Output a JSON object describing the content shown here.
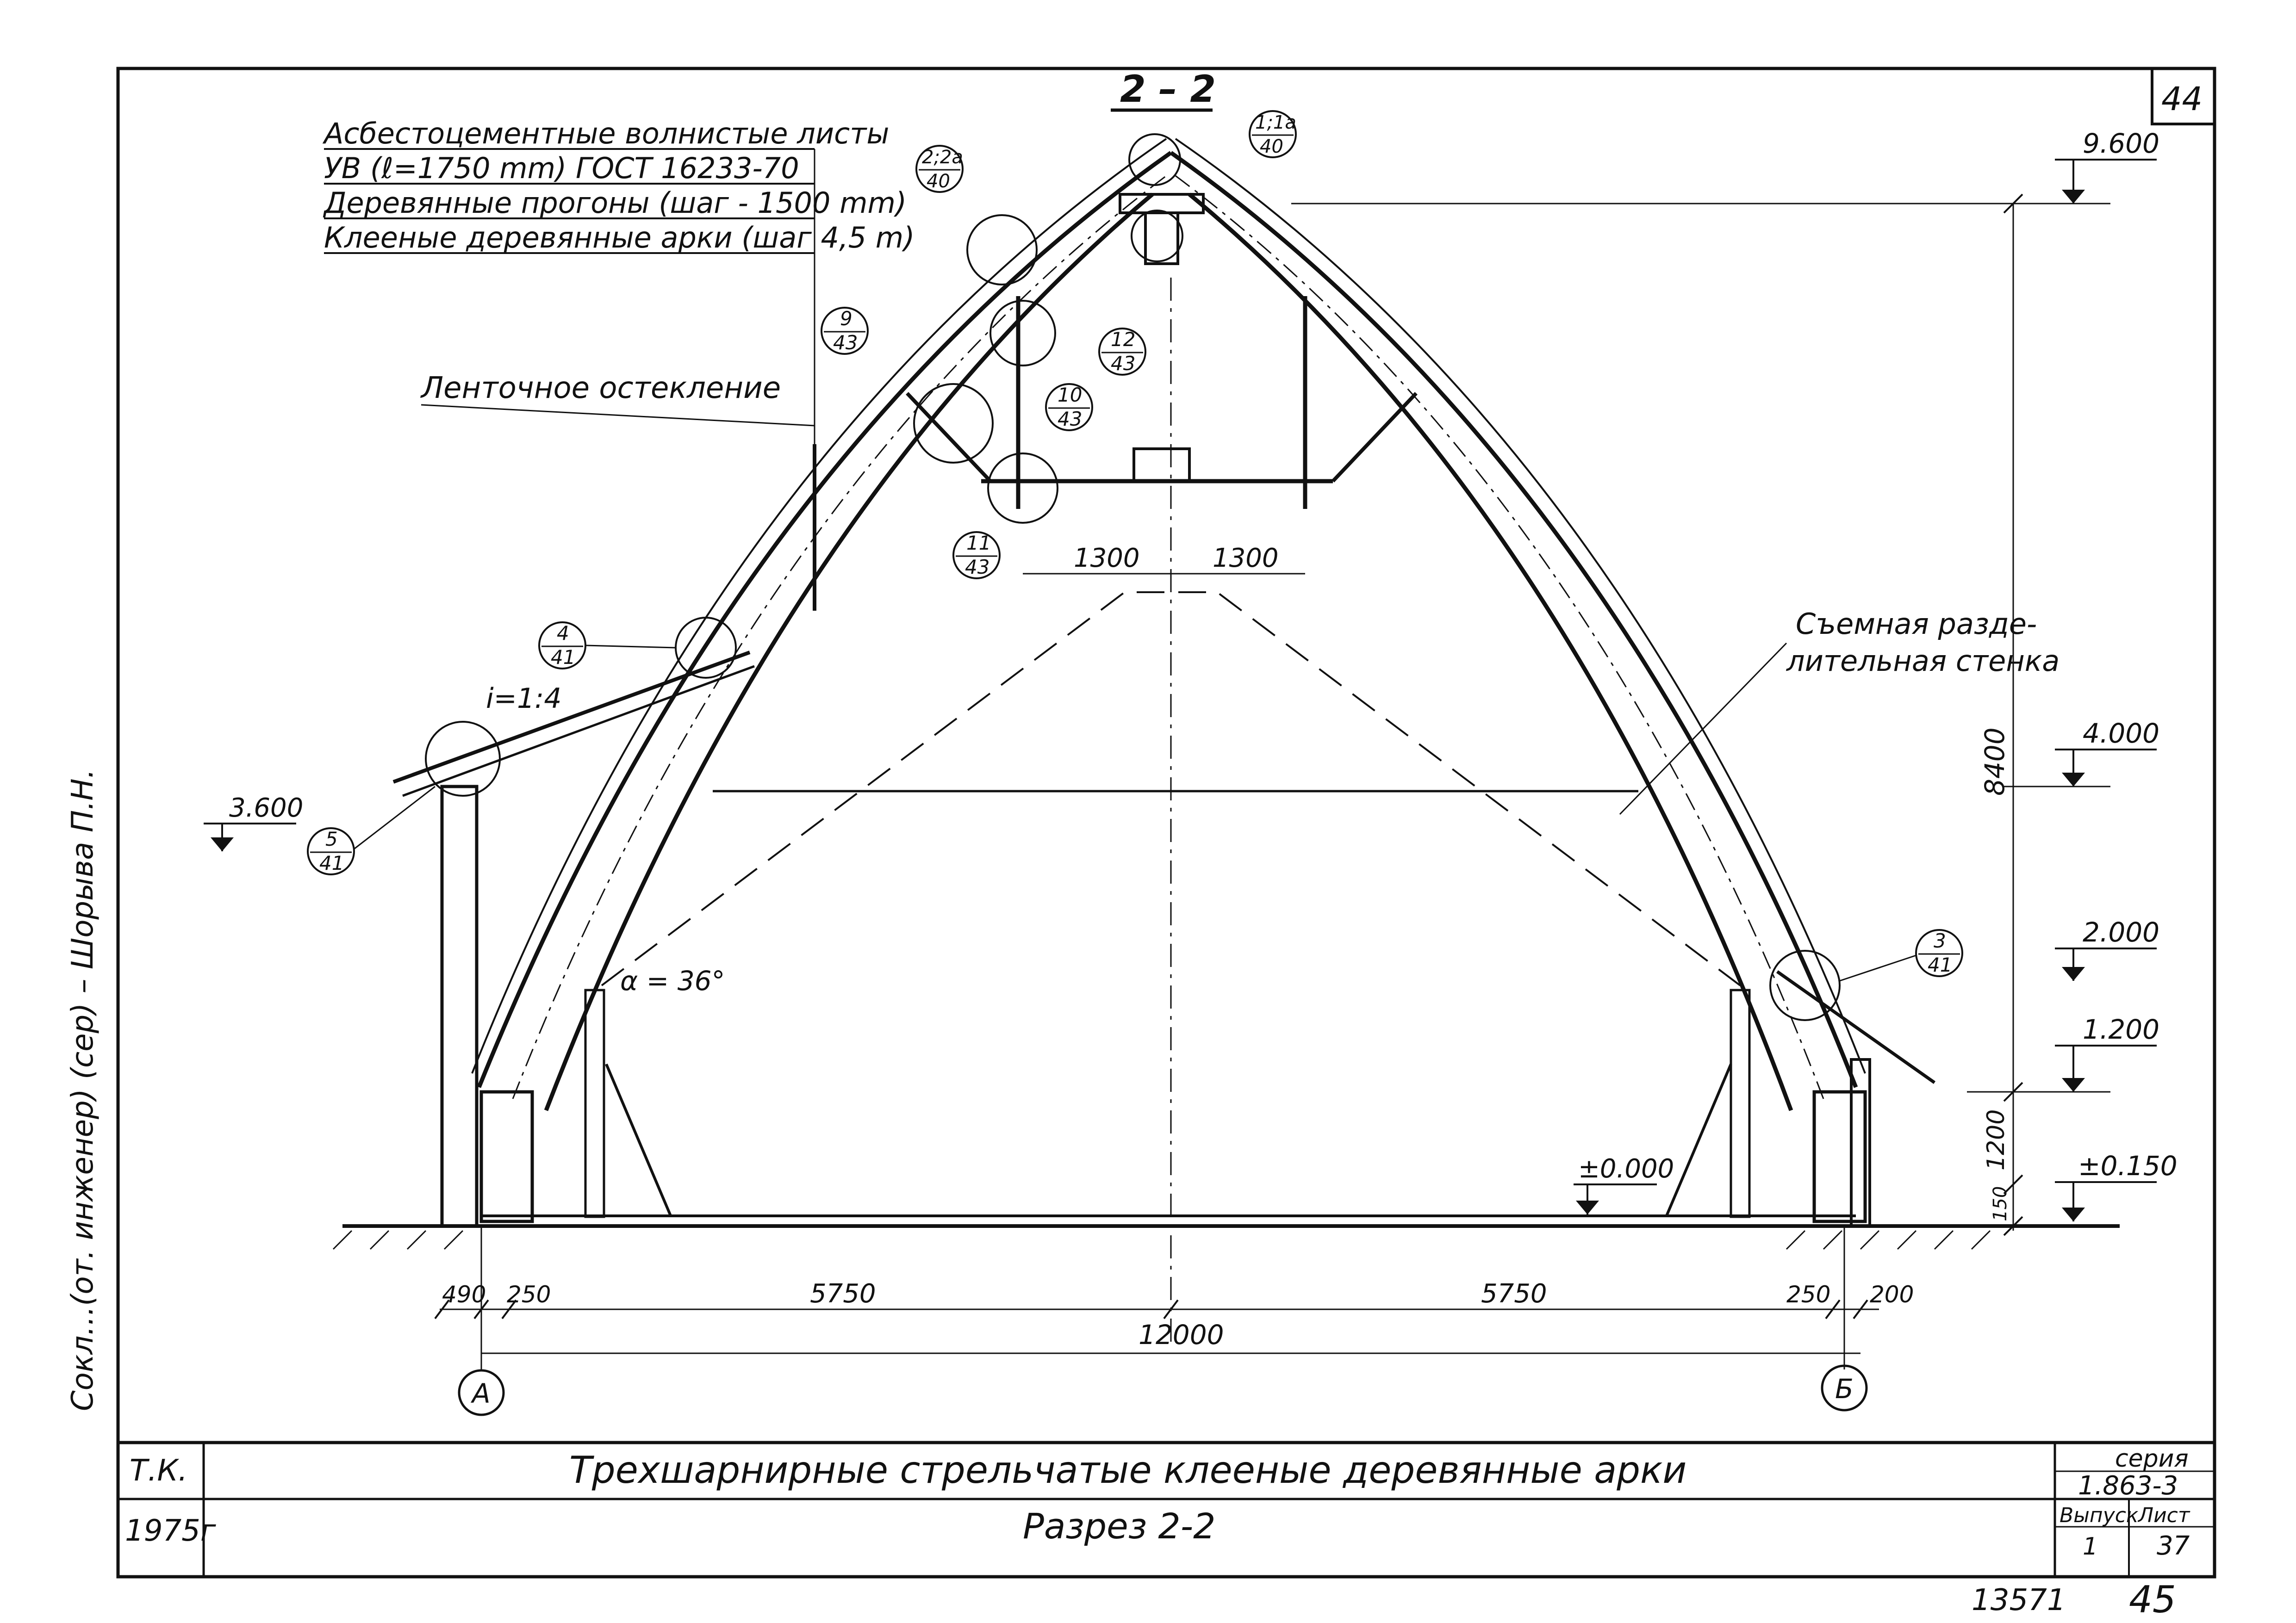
{
  "sheet": {
    "section_title": "2 – 2",
    "page_number_top": "44",
    "margin_text": "Сокл…(от. инженер) (сер) – Шорыва П.Н.",
    "stamp_number": "13571",
    "page_number_bottom": "45"
  },
  "title_block": {
    "author": "Т.К.",
    "year": "1975г",
    "title": "Трехшарнирные стрельчатые клееные деревянные арки",
    "subtitle": "Разрез 2-2",
    "series_label": "серия",
    "series_value": "1.863-3",
    "issue_label": "Выпуск",
    "issue_value": "1",
    "sheet_label": "Лист",
    "sheet_value": "37"
  },
  "layer_notes": [
    "Асбестоцементные волнистые листы",
    "УВ (ℓ=1750 mm) ГОСТ 16233-70",
    "Деревянные прогоны (шаг - 1500 mm)",
    "Клееные деревянные арки (шаг 4,5 m)"
  ],
  "labels": {
    "glazing": "Ленточное остекление",
    "partition_line1": "Съемная разде-",
    "partition_line2": "лительная стенка",
    "slope": "i=1:4",
    "angle": "α = 36°"
  },
  "callouts": [
    {
      "id": "1a",
      "num": "1;1а",
      "sheet": "40"
    },
    {
      "id": "2a",
      "num": "2;2а",
      "sheet": "40"
    },
    {
      "id": "9",
      "num": "9",
      "sheet": "43"
    },
    {
      "id": "12",
      "num": "12",
      "sheet": "43"
    },
    {
      "id": "10",
      "num": "10",
      "sheet": "43"
    },
    {
      "id": "11",
      "num": "11",
      "sheet": "43"
    },
    {
      "id": "4",
      "num": "4",
      "sheet": "41"
    },
    {
      "id": "5",
      "num": "5",
      "sheet": "41"
    },
    {
      "id": "3",
      "num": "3",
      "sheet": "41"
    }
  ],
  "elevations": {
    "e9600": "9.600",
    "e4000": "4.000",
    "e2000": "2.000",
    "e1200": "1.200",
    "e0150": "±0.150",
    "e0000": "±0.000",
    "e3600": "3.600"
  },
  "dimensions": {
    "d1300a": "1300",
    "d1300b": "1300",
    "d490": "490",
    "d250a": "250",
    "d5750a": "5750",
    "d5750b": "5750",
    "d250b": "250",
    "d200": "200",
    "d12000": "12000",
    "d8400": "8400",
    "d1200": "1200",
    "d150": "150"
  },
  "axes": {
    "left": "А",
    "right": "Б"
  }
}
